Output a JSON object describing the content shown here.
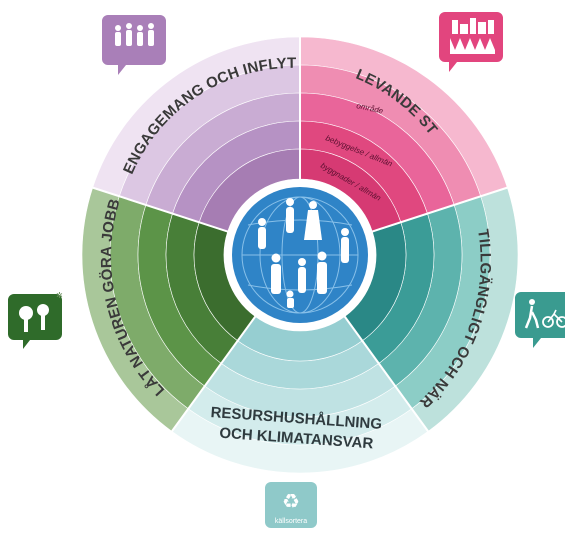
{
  "segments": {
    "levande_stad": {
      "label": "LEVANDE  STAD",
      "color": "#e6497f"
    },
    "tillganglighet": {
      "label": "TILLGÄNGLIGT OCH NÄRA",
      "color": "#2c8f8f"
    },
    "resurs": {
      "line1": "RESURSHUSHÅLLNING",
      "line2": "OCH KLIMATANSVAR",
      "color": "#9ccfd3"
    },
    "natur": {
      "label": "LÅT NATUREN GÖRA JOBBET",
      "color": "#3f7a35"
    },
    "engagemang": {
      "label": "ENGAGEMANG OCH INFLYTANDE",
      "color": "#a67db3"
    }
  },
  "rings": {
    "outer": "område",
    "middle": "bebyggelse / allmän",
    "inner": "byggnader / allmän"
  },
  "icons": {
    "top_left": "people-group-icon",
    "top_right": "city-crowd-icon",
    "left": "trees-icon",
    "right": "pedestrian-cyclist-icon",
    "bottom": "recycle-icon"
  },
  "bottom_tag": "källsortera",
  "center": "people-globe-icon"
}
